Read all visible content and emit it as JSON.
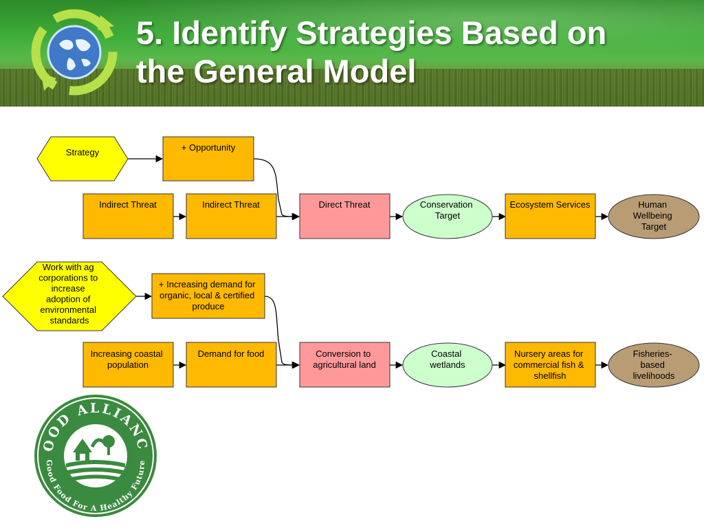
{
  "slide": {
    "title_lines": [
      "5. Identify Strategies Based on",
      "the General Model"
    ]
  },
  "colors": {
    "strategy": "#ffff00",
    "threat": "#ffb900",
    "direct_threat": "#ff9999",
    "target": "#ccffcc",
    "wellbeing": "#b89c74",
    "logo_green": "#3a8a3f"
  },
  "icons": {
    "banner_logo": "globe-recycle-icon",
    "logo": "food-alliance-logo"
  },
  "model": {
    "strategy": [
      "Strategy"
    ],
    "opportunity": [
      "+ Opportunity"
    ],
    "indirect_threat_1": [
      "Indirect Threat"
    ],
    "indirect_threat_2": [
      "Indirect Threat"
    ],
    "direct_threat": [
      "Direct Threat"
    ],
    "conservation_target": [
      "Conservation",
      "Target"
    ],
    "ecosystem_services": [
      "Ecosystem Services"
    ],
    "human_wellbeing": [
      "Human",
      "Wellbeing",
      "Target"
    ]
  },
  "example": {
    "strategy": [
      "Work with ag",
      "corporations to",
      "increase",
      "adoption of",
      "environmental",
      "standards"
    ],
    "opportunity": [
      "+ Increasing demand for",
      "organic, local & certified",
      "produce"
    ],
    "indirect_threat_1": [
      "Increasing coastal",
      "population"
    ],
    "indirect_threat_2": [
      "Demand for food"
    ],
    "direct_threat": [
      "Conversion to",
      "agricultural land"
    ],
    "conservation_target": [
      "Coastal",
      "wetlands"
    ],
    "ecosystem_services": [
      "Nursery areas for",
      "commercial fish &",
      "shellfish"
    ],
    "human_wellbeing": [
      "Fisheries-",
      "based",
      "livelihoods"
    ]
  },
  "logo": {
    "top_text": "FOOD ALLIANCE",
    "bottom_text": "Good Food For A Healthy Future"
  }
}
